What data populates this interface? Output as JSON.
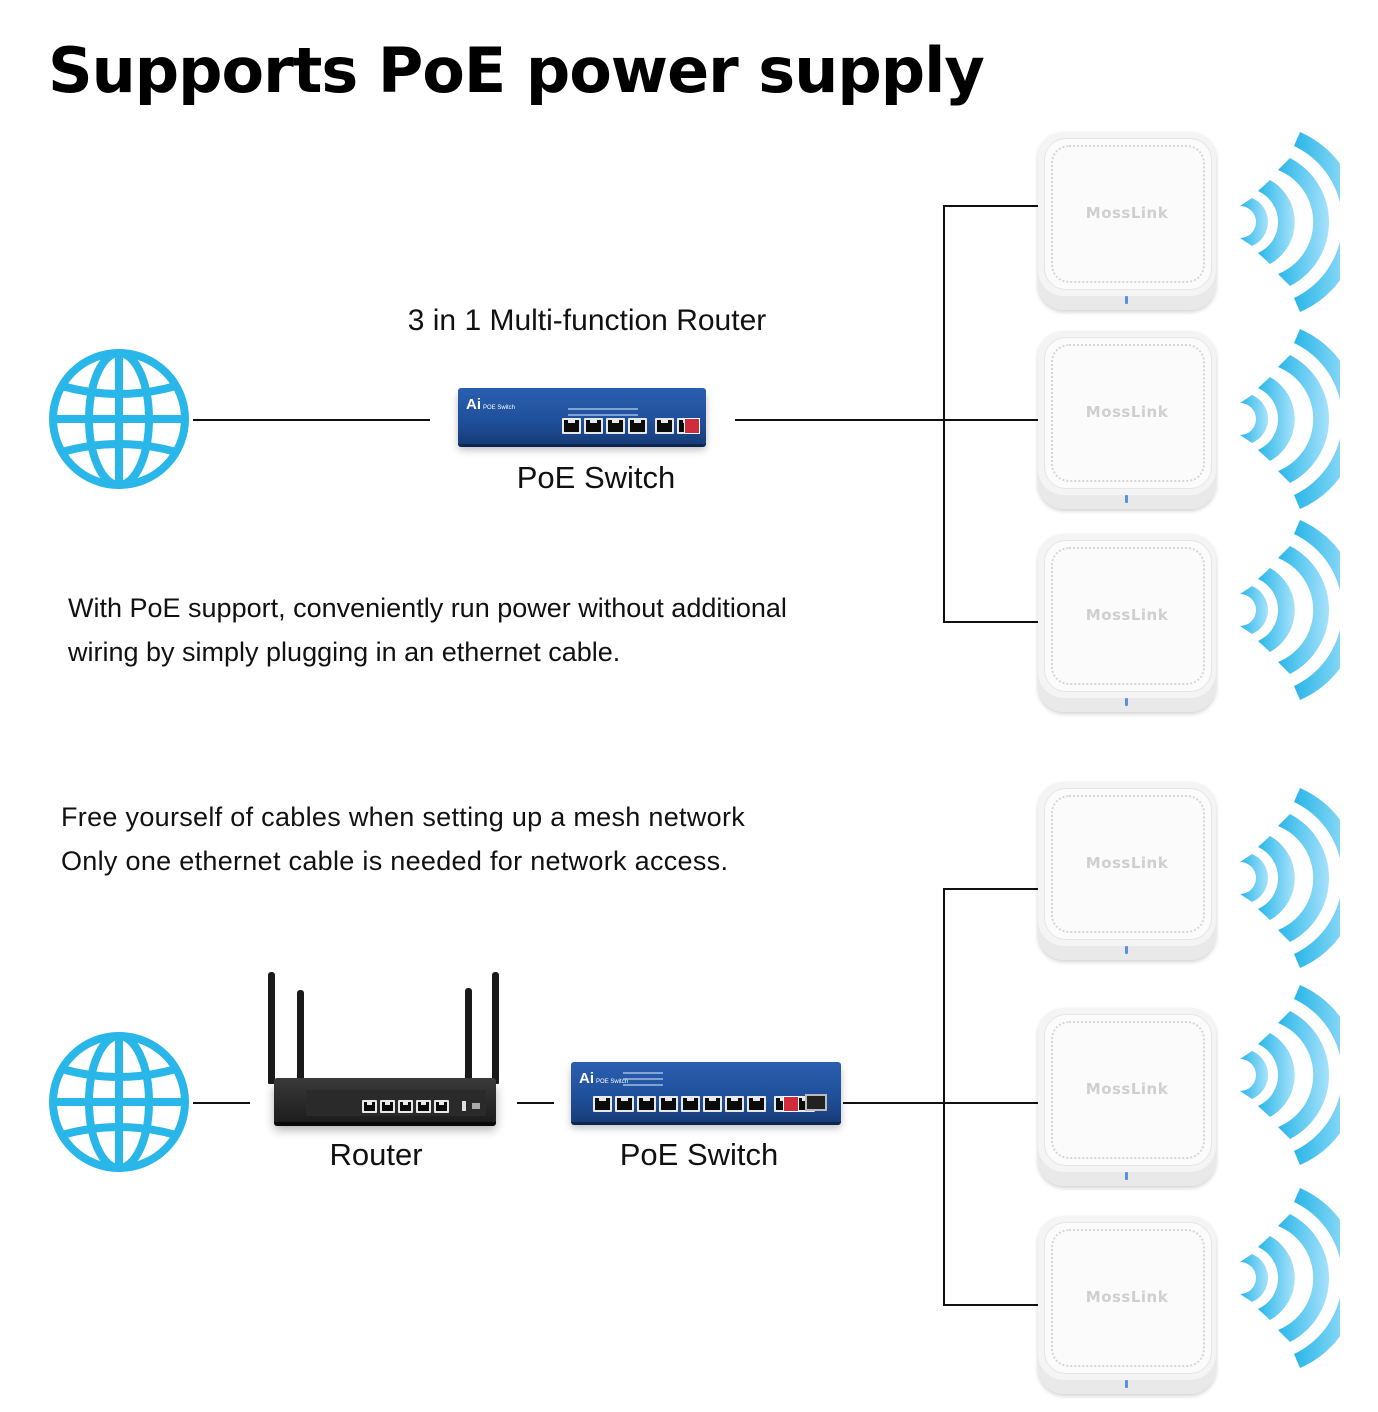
{
  "title": "Supports PoE power supply",
  "section_top": {
    "router_caption": "3 in 1 Multi-function Router",
    "switch_label": "PoE Switch",
    "description": [
      "With PoE support, conveniently run power without additional",
      "wiring by simply plugging in an ethernet cable."
    ],
    "switch_brand": "Ai",
    "switch_brand_sub": "POE Switch"
  },
  "section_bottom": {
    "description": [
      "Free yourself of cables when setting up a mesh network",
      "Only one ethernet cable is needed for network access."
    ],
    "router_label": "Router",
    "switch_label": "PoE Switch",
    "switch_brand": "Ai",
    "switch_brand_sub": "POE Switch"
  },
  "access_point_logo": "MossLink",
  "colors": {
    "globe": "#29b6e8",
    "wifi_waves": "#7dd0f5",
    "switch_blue": "#1f4f9a",
    "line": "#111111"
  },
  "icons": [
    "globe-icon",
    "wifi-signal-icon"
  ]
}
